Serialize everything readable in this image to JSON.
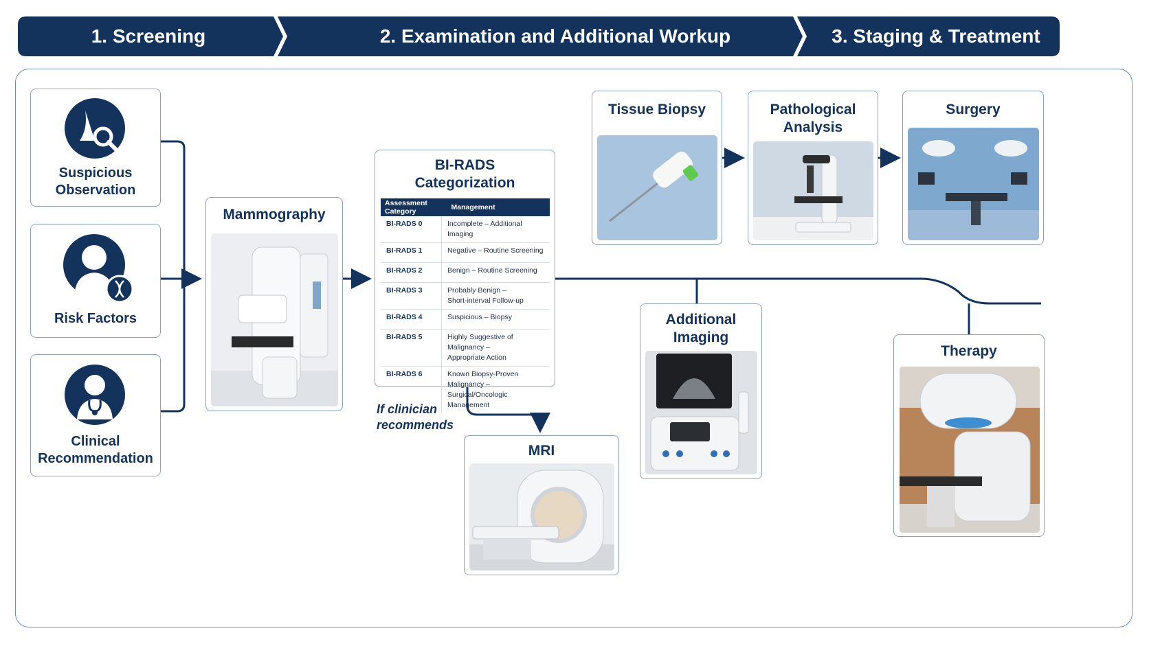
{
  "phases": {
    "screening": "1. Screening",
    "workup": "2. Examination and Additional Workup",
    "staging": "3. Staging & Treatment"
  },
  "screening_inputs": {
    "suspicious": "Suspicious\nObservation",
    "risk": "Risk Factors",
    "clinical": "Clinical\nRecommendation"
  },
  "mammography": {
    "title": "Mammography"
  },
  "birads": {
    "title": "BI-RADS\nCategorization",
    "headers": [
      "Assessment Category",
      "Management"
    ],
    "rows": [
      [
        "BI-RADS 0",
        "Incomplete – Additional Imaging"
      ],
      [
        "BI-RADS 1",
        "Negative – Routine Screening"
      ],
      [
        "BI-RADS 2",
        "Benign – Routine Screening"
      ],
      [
        "BI-RADS 3",
        "Probably Benign –\nShort-interval Follow-up"
      ],
      [
        "BI-RADS 4",
        "Suspicious – Biopsy"
      ],
      [
        "BI-RADS 5",
        "Highly Suggestive of Malignancy –\nAppropriate Action"
      ],
      [
        "BI-RADS 6",
        "Known Biopsy-Proven Malignancy –\nSurgical/Oncologic Management"
      ]
    ]
  },
  "clinician_note": "If clinician\nrecommends",
  "mri": {
    "title": "MRI"
  },
  "tissue_biopsy": {
    "title": "Tissue Biopsy"
  },
  "pathology": {
    "title": "Pathological\nAnalysis"
  },
  "surgery": {
    "title": "Surgery"
  },
  "additional_imaging": {
    "title": "Additional\nImaging"
  },
  "therapy": {
    "title": "Therapy"
  },
  "colors": {
    "navy": "#13325c",
    "border": "#8aa3c2"
  },
  "icons": [
    "breast-magnifier-icon",
    "person-dna-icon",
    "doctor-stethoscope-icon"
  ]
}
